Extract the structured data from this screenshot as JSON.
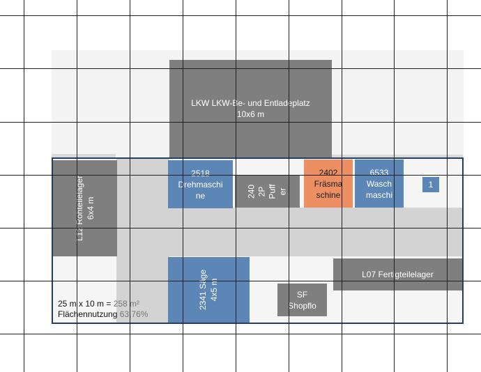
{
  "colors": {
    "background": "#ffffff",
    "grid": "#202020",
    "area_light": "#f3f3f3",
    "path_gray": "#d3d3d3",
    "dark_gray": "#7f7f7f",
    "blue": "#5b86b6",
    "orange": "#ec9063",
    "hall_border": "#23405e"
  },
  "blocks": {
    "lkw": {
      "line1": "LKW LKW-Be- und Entladeplatz",
      "line2": "10x6 m"
    },
    "l12": {
      "line1": "L12 Rohteilelager",
      "line2": "6x4 m"
    },
    "m2518": {
      "line1": "2518",
      "line2": "Drehmaschi",
      "line3": "ne"
    },
    "puffer": {
      "line1": "240",
      "line2": "2P",
      "line3": "Puff",
      "line4": "er"
    },
    "m2402": {
      "line1": "2402",
      "line2": "Fräsma",
      "line3": "schine"
    },
    "m6533": {
      "line1": "6533",
      "line2": "Wasch",
      "line3": "maschi"
    },
    "one": {
      "label": "1"
    },
    "m2341": {
      "line1": "2341 Säge",
      "line2": "4x5 m"
    },
    "sf": {
      "line1": "SF",
      "line2": "Shopflo"
    },
    "l07": {
      "label": "L07 Fertigteilelager"
    }
  },
  "info": {
    "dims_prefix": "25 m x 10 m = ",
    "dims_value": "258 m²",
    "usage_prefix": "Flächennutzung",
    "usage_value": " 63,76%"
  }
}
